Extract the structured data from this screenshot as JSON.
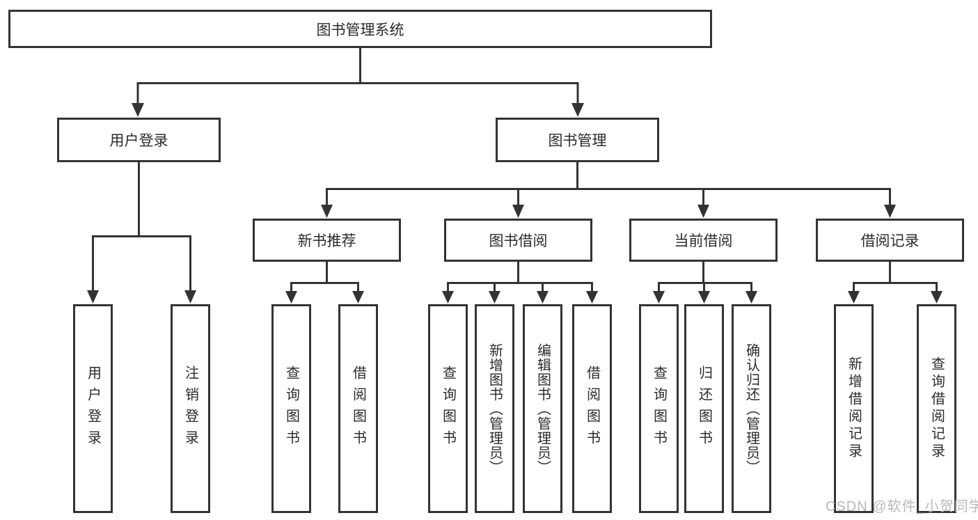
{
  "diagram": {
    "title_node": {
      "label": "图书管理系统"
    },
    "level2": [
      {
        "label": "用户登录"
      },
      {
        "label": "图书管理"
      }
    ],
    "level3": [
      {
        "label": "新书推荐"
      },
      {
        "label": "图书借阅"
      },
      {
        "label": "当前借阅"
      },
      {
        "label": "借阅记录"
      }
    ],
    "leaves": {
      "login": [
        {
          "label": "用户登录"
        },
        {
          "label": "注销登录"
        }
      ],
      "newbook": [
        {
          "label": "查询图书"
        },
        {
          "label": "借阅图书"
        }
      ],
      "borrow": [
        {
          "label": "查询图书"
        },
        {
          "label": "新增图书（管理员）"
        },
        {
          "label": "编辑图书（管理员）"
        },
        {
          "label": "借阅图书"
        }
      ],
      "current": [
        {
          "label": "查询图书"
        },
        {
          "label": "归还图书"
        },
        {
          "label": "确认归还（管理员）"
        }
      ],
      "records": [
        {
          "label": "新增借阅记录"
        },
        {
          "label": "查询借阅记录"
        }
      ]
    }
  },
  "watermark": {
    "text": "CSDN @软件_小贺同学"
  },
  "colors": {
    "line": "#333333",
    "box_border": "#333333",
    "text": "#2b2b2b",
    "watermark": "#b2b2b2",
    "background": "#ffffff"
  }
}
